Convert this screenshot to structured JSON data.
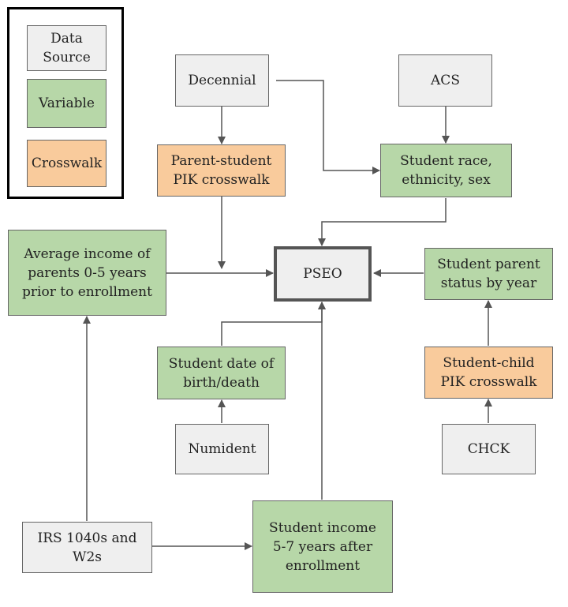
{
  "legend": {
    "source": "Data\nSource",
    "variable": "Variable",
    "crosswalk": "Crosswalk"
  },
  "nodes": {
    "decennial": "Decennial",
    "acs": "ACS",
    "parent_student_pik": "Parent-student\nPIK crosswalk",
    "student_race": "Student race,\nethnicity, sex",
    "avg_income_parents": "Average income of\nparents 0-5 years\nprior to enrollment",
    "pseo": "PSEO",
    "student_parent_status": "Student parent\nstatus by year",
    "student_dob": "Student date of\nbirth/death",
    "student_child_pik": "Student-child\nPIK crosswalk",
    "numident": "Numident",
    "chck": "CHCK",
    "irs": "IRS 1040s and\nW2s",
    "student_income": "Student income\n5-7 years after\nenrollment"
  },
  "colors": {
    "source": "#efefef",
    "variable": "#b7d7a8",
    "crosswalk": "#f9cb9c",
    "edge": "#555555"
  }
}
